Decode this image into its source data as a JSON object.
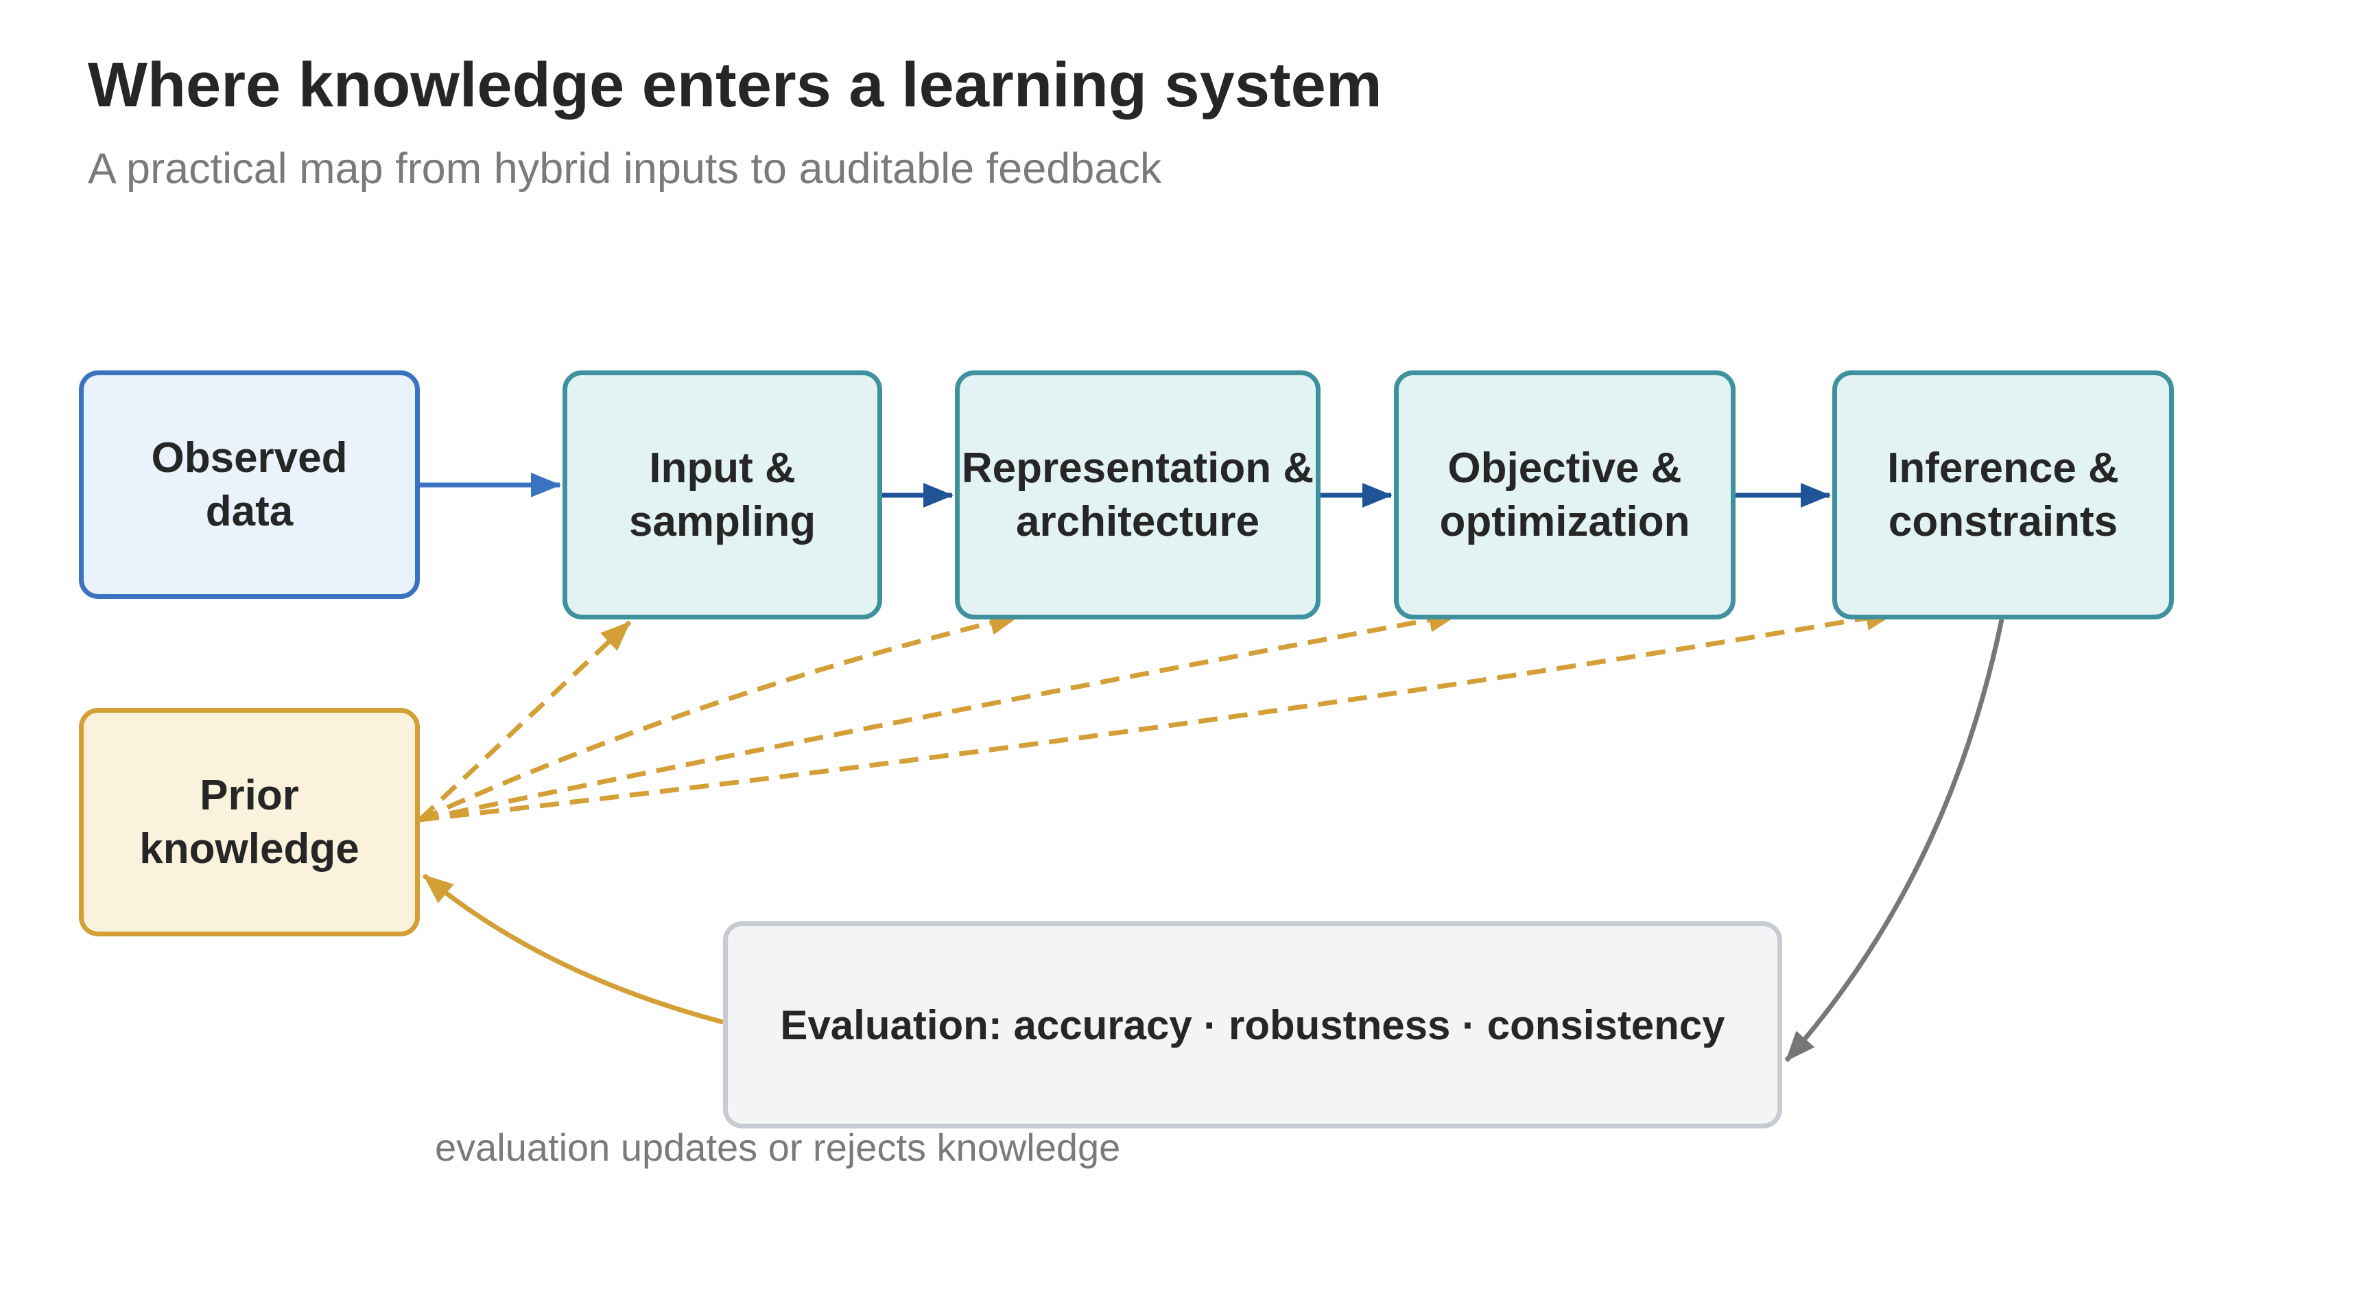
{
  "title": "Where knowledge enters a learning system",
  "subtitle": "A practical map from hybrid inputs to auditable feedback",
  "nodes": {
    "observed": {
      "line1": "Observed",
      "line2": "data"
    },
    "input": {
      "line1": "Input &",
      "line2": "sampling"
    },
    "representation": {
      "line1": "Representation &",
      "line2": "architecture"
    },
    "objective": {
      "line1": "Objective &",
      "line2": "optimization"
    },
    "inference": {
      "line1": "Inference &",
      "line2": "constraints"
    },
    "prior": {
      "line1": "Prior",
      "line2": "knowledge"
    },
    "evaluation": "Evaluation: accuracy · robustness · consistency"
  },
  "feedback_note": "evaluation updates or rejects knowledge",
  "colors": {
    "observed_border": "#3a73c0",
    "pipeline_border": "#3f929d",
    "pipeline_arrow": "#1f5597",
    "prior": "#d39f36",
    "evaluation_border": "#c7cbd1",
    "feedback_arrow": "#777777"
  }
}
